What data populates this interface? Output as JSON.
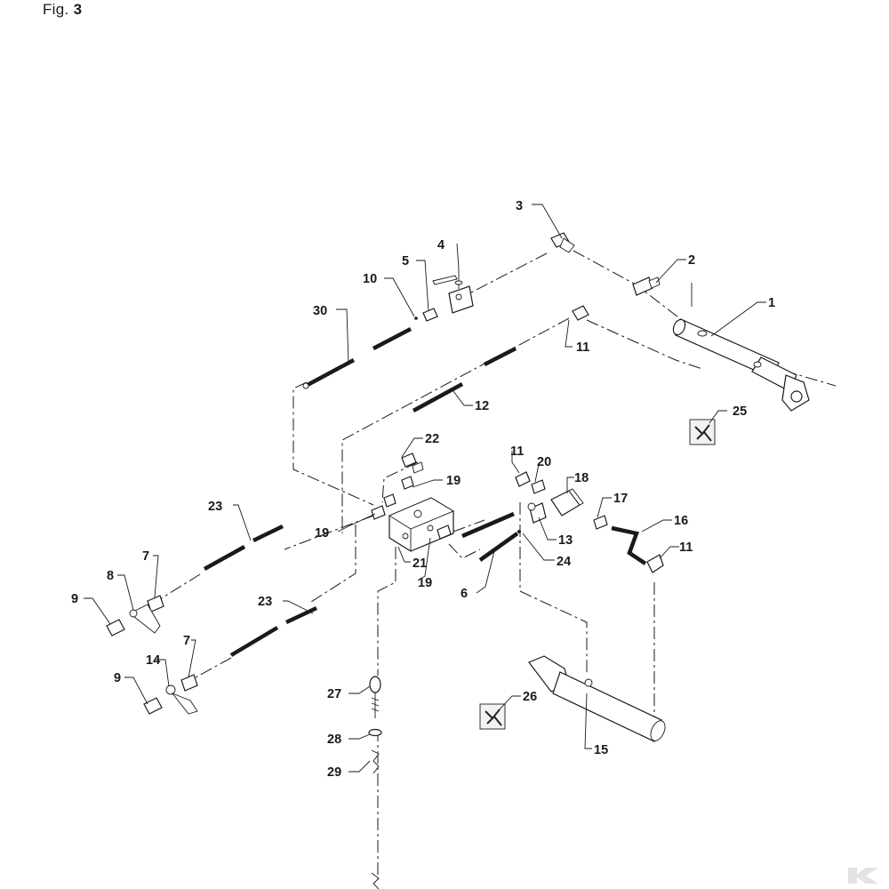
{
  "figure": {
    "prefix": "Fig.",
    "number": "3"
  },
  "callouts": [
    {
      "id": "c1",
      "label": "1"
    },
    {
      "id": "c2",
      "label": "2"
    },
    {
      "id": "c3",
      "label": "3"
    },
    {
      "id": "c4",
      "label": "4"
    },
    {
      "id": "c5",
      "label": "5"
    },
    {
      "id": "c10",
      "label": "10"
    },
    {
      "id": "c30",
      "label": "30"
    },
    {
      "id": "c11a",
      "label": "11"
    },
    {
      "id": "c12",
      "label": "12"
    },
    {
      "id": "c25",
      "label": "25"
    },
    {
      "id": "c22",
      "label": "22"
    },
    {
      "id": "c19a",
      "label": "19"
    },
    {
      "id": "c19b",
      "label": "19"
    },
    {
      "id": "c19c",
      "label": "19"
    },
    {
      "id": "c21",
      "label": "21"
    },
    {
      "id": "c11b",
      "label": "11"
    },
    {
      "id": "c20",
      "label": "20"
    },
    {
      "id": "c18",
      "label": "18"
    },
    {
      "id": "c17",
      "label": "17"
    },
    {
      "id": "c16",
      "label": "16"
    },
    {
      "id": "c11c",
      "label": "11"
    },
    {
      "id": "c13",
      "label": "13"
    },
    {
      "id": "c24",
      "label": "24"
    },
    {
      "id": "c6",
      "label": "6"
    },
    {
      "id": "c23a",
      "label": "23"
    },
    {
      "id": "c23b",
      "label": "23"
    },
    {
      "id": "c7a",
      "label": "7"
    },
    {
      "id": "c7b",
      "label": "7"
    },
    {
      "id": "c8",
      "label": "8"
    },
    {
      "id": "c9a",
      "label": "9"
    },
    {
      "id": "c9b",
      "label": "9"
    },
    {
      "id": "c14",
      "label": "14"
    },
    {
      "id": "c26",
      "label": "26"
    },
    {
      "id": "c15",
      "label": "15"
    },
    {
      "id": "c27",
      "label": "27"
    },
    {
      "id": "c28",
      "label": "28"
    },
    {
      "id": "c29",
      "label": "29"
    }
  ],
  "watermark_icon": "k-logo-icon"
}
